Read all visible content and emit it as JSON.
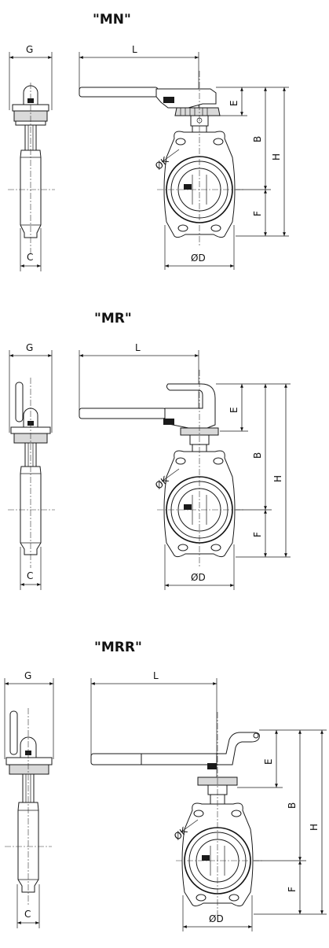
{
  "sections": [
    {
      "title": "\"MN\"",
      "side_labels": {
        "width": "G",
        "depth": "C"
      },
      "front_labels": {
        "lever_length": "L",
        "e": "E",
        "b": "B",
        "h": "H",
        "f": "F",
        "bolt_circle": "ØK",
        "flange": "ØD"
      }
    },
    {
      "title": "\"MR\"",
      "side_labels": {
        "width": "G",
        "depth": "C"
      },
      "front_labels": {
        "lever_length": "L",
        "e": "E",
        "b": "B",
        "h": "H",
        "f": "F",
        "bolt_circle": "ØK",
        "flange": "ØD"
      }
    },
    {
      "title": "\"MRR\"",
      "side_labels": {
        "width": "G",
        "depth": "C"
      },
      "front_labels": {
        "lever_length": "L",
        "e": "E",
        "b": "B",
        "h": "H",
        "f": "F",
        "bolt_circle": "ØK",
        "flange": "ØD"
      }
    }
  ]
}
